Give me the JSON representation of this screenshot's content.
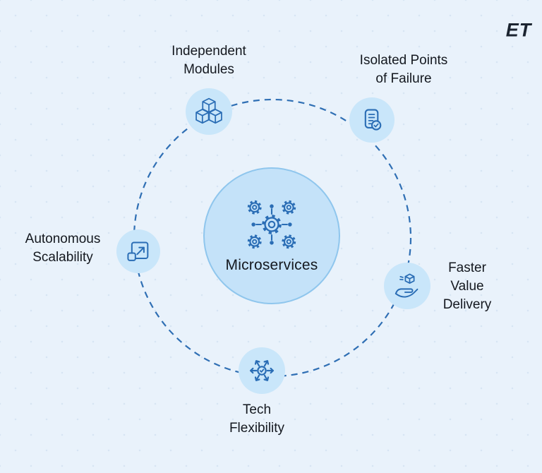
{
  "brand": {
    "logo_text": "ET"
  },
  "center": {
    "label": "Microservices",
    "icon": "microservices-gears-icon"
  },
  "nodes": [
    {
      "id": "independent-modules",
      "label": "Independent\nModules",
      "icon": "cubes-icon"
    },
    {
      "id": "isolated-points-of-failure",
      "label": "Isolated Points\nof Failure",
      "icon": "document-check-icon"
    },
    {
      "id": "faster-value-delivery",
      "label": "Faster\nValue\nDelivery",
      "icon": "hand-delivery-icon"
    },
    {
      "id": "tech-flexibility",
      "label": "Tech\nFlexibility",
      "icon": "multi-direction-arrows-icon"
    },
    {
      "id": "autonomous-scalability",
      "label": "Autonomous\nScalability",
      "icon": "expand-scale-icon"
    }
  ],
  "theme": {
    "background": "#e9f2fb",
    "dot_color": "#d7e5f3",
    "node_fill": "#c9e6fa",
    "center_fill": "#c4e2f9",
    "center_border": "#8fc6ed",
    "dash_color": "#2f6fb4",
    "icon_color": "#2a6db5",
    "text_color": "#14181f",
    "logo_color": "#1b2430"
  }
}
